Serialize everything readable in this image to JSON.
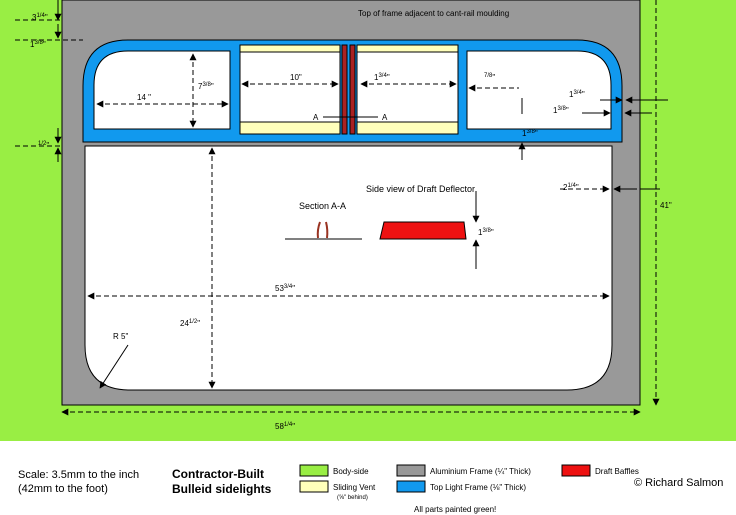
{
  "colors": {
    "body_side": "#99ee44",
    "aluminium_frame": "#999999",
    "top_light_frame": "#1199ee",
    "sliding_vent": "#ffffbb",
    "draft_baffles": "#ee1111",
    "glass": "#ffffff"
  },
  "labels": {
    "top_note": "Top of frame adjacent to cant-rail moulding",
    "section_aa": "Section A-A",
    "draft_deflector": "Side view of Draft Deflector",
    "section_marker": "A"
  },
  "dimensions": {
    "d3_1_4": {
      "whole": "3",
      "num": "1",
      "den": "4",
      "unit": "\""
    },
    "d1_3_8": {
      "whole": "1",
      "num": "3",
      "den": "8",
      "unit": "\""
    },
    "d1_2": {
      "whole": "",
      "num": "1",
      "den": "2",
      "unit": "\""
    },
    "d14": {
      "whole": "14",
      "num": "",
      "den": "",
      "unit": " \""
    },
    "d7_3_8": {
      "whole": "7",
      "num": "3",
      "den": "8",
      "unit": "\""
    },
    "d10": {
      "whole": "10",
      "num": "",
      "den": "",
      "unit": "\""
    },
    "d1_3_4a": {
      "whole": "1",
      "num": "3",
      "den": "4",
      "unit": "\""
    },
    "d7_8": {
      "whole": "",
      "num": "7",
      "den": "8",
      "unit": "\""
    },
    "d1_3_4b": {
      "whole": "1",
      "num": "3",
      "den": "4",
      "unit": "\""
    },
    "d1_3_8b": {
      "whole": "1",
      "num": "3",
      "den": "8",
      "unit": "\""
    },
    "d1_3_8c": {
      "whole": "1",
      "num": "3",
      "den": "8",
      "unit": "\""
    },
    "d2_1_4": {
      "whole": "2",
      "num": "1",
      "den": "4",
      "unit": "\""
    },
    "d41": {
      "whole": "41",
      "num": "",
      "den": "",
      "unit": "\""
    },
    "d1_3_8d": {
      "whole": "1",
      "num": "3",
      "den": "8",
      "unit": "\""
    },
    "d53_3_4": {
      "whole": "53",
      "num": "3",
      "den": "4",
      "unit": "\""
    },
    "d24_1_2": {
      "whole": "24",
      "num": "1",
      "den": "2",
      "unit": "\""
    },
    "r5": {
      "whole": "R 5",
      "num": "",
      "den": "",
      "unit": "\""
    },
    "d58_1_4": {
      "whole": "58",
      "num": "1",
      "den": "4",
      "unit": "\""
    }
  },
  "footer": {
    "scale_line1": "Scale: 3.5mm to the inch",
    "scale_line2": "(42mm to the foot)",
    "title_line1": "Contractor-Built",
    "title_line2": "Bulleid sidelights",
    "credit": "© Richard Salmon",
    "note": "All parts painted green!"
  },
  "legend": [
    {
      "label": "Body-side",
      "color": "#99ee44"
    },
    {
      "label": "Sliding Vent",
      "note": "(⅝\" behind)",
      "color": "#ffffbb"
    },
    {
      "label": "Aluminium Frame (¼\" Thick)",
      "color": "#999999"
    },
    {
      "label": "Top Light Frame (⅛\" Thick)",
      "color": "#1199ee"
    },
    {
      "label": "Draft Baffles",
      "color": "#ee1111"
    }
  ]
}
